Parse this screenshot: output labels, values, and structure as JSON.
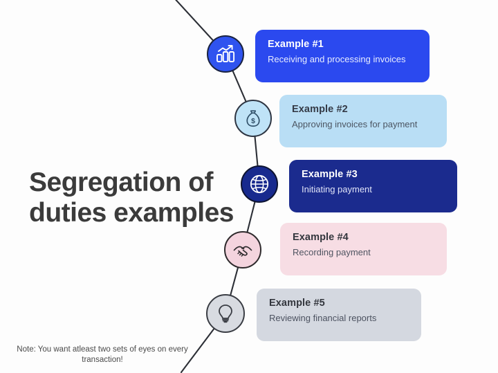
{
  "title": "Segregation of duties examples",
  "note": "Note: You want atleast two sets of eyes on every transaction!",
  "colors": {
    "background": "#fdfdfd",
    "title_text": "#3b3b3b",
    "connector_line": "#2c2f36",
    "card1_bg": "#2b49ef",
    "card2_bg": "#b9def5",
    "card3_bg": "#1b2b8e",
    "card4_bg": "#f7dde4",
    "card5_bg": "#d4d8e0"
  },
  "steps": [
    {
      "id": 1,
      "title": "Example #1",
      "description": "Receiving and processing invoices",
      "icon": "bar-chart-growth-icon",
      "card_color": "#2b49ef",
      "circle_color": "#2f53ef"
    },
    {
      "id": 2,
      "title": "Example #2",
      "description": "Approving invoices for payment",
      "icon": "money-bag-icon",
      "card_color": "#b9def5",
      "circle_color": "#bfe3f7"
    },
    {
      "id": 3,
      "title": "Example #3",
      "description": "Initiating payment",
      "icon": "globe-icon",
      "card_color": "#1b2b8e",
      "circle_color": "#182a8e"
    },
    {
      "id": 4,
      "title": "Example #4",
      "description": "Recording payment",
      "icon": "handshake-icon",
      "card_color": "#f7dde4",
      "circle_color": "#f4d4de"
    },
    {
      "id": 5,
      "title": "Example #5",
      "description": "Reviewing financial reports",
      "icon": "lightbulb-icon",
      "card_color": "#d4d8e0",
      "circle_color": "#d8dbe1"
    }
  ]
}
